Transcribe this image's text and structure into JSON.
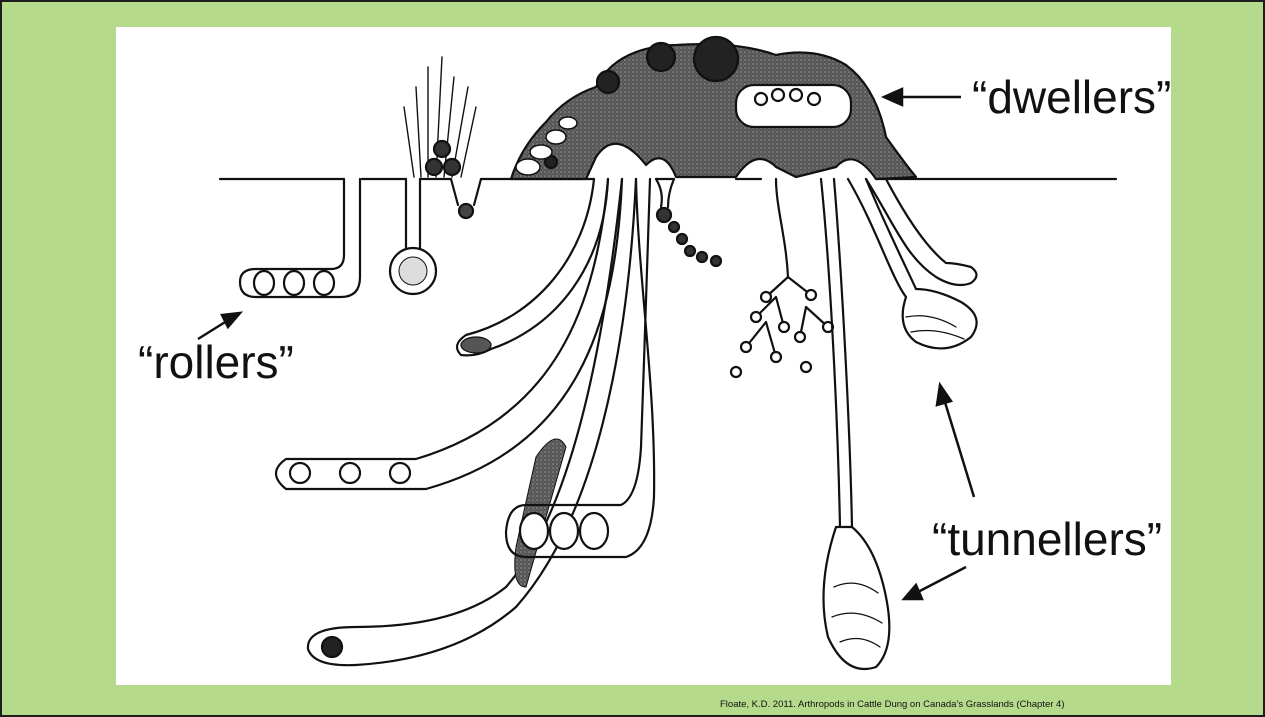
{
  "labels": {
    "dwellers": "“dwellers”",
    "rollers": "“rollers”",
    "tunnellers": "“tunnellers”"
  },
  "citation": "Floate, K.D. 2011. Arthropods in Cattle Dung on Canada’s Grasslands (Chapter 4)",
  "colors": {
    "background": "#b6da8b",
    "panel": "#ffffff",
    "dung": "#8a8a8a",
    "ink": "#111111"
  }
}
